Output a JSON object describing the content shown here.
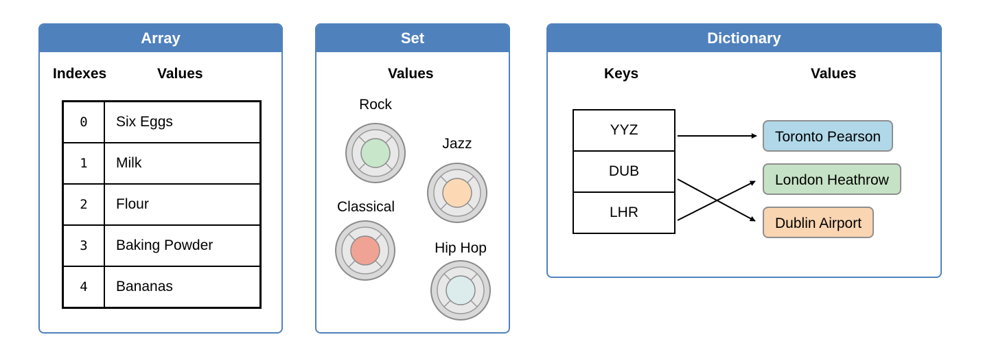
{
  "array": {
    "title": "Array",
    "indexes_header": "Indexes",
    "values_header": "Values",
    "rows": [
      {
        "index": "0",
        "value": "Six Eggs"
      },
      {
        "index": "1",
        "value": "Milk"
      },
      {
        "index": "2",
        "value": "Flour"
      },
      {
        "index": "3",
        "value": "Baking Powder"
      },
      {
        "index": "4",
        "value": "Bananas"
      }
    ]
  },
  "set": {
    "title": "Set",
    "values_header": "Values",
    "items": [
      {
        "label": "Rock",
        "color": "#c8e6c9"
      },
      {
        "label": "Jazz",
        "color": "#fcd9b4"
      },
      {
        "label": "Classical",
        "color": "#f0a394"
      },
      {
        "label": "Hip Hop",
        "color": "#dceced"
      }
    ]
  },
  "dictionary": {
    "title": "Dictionary",
    "keys_header": "Keys",
    "values_header": "Values",
    "keys": [
      "YYZ",
      "DUB",
      "LHR"
    ],
    "values": [
      {
        "label": "Toronto Pearson",
        "color": "#b0d8e8"
      },
      {
        "label": "London Heathrow",
        "color": "#c6e2c6"
      },
      {
        "label": "Dublin Airport",
        "color": "#fad5b2"
      }
    ],
    "mappings": [
      {
        "key": "YYZ",
        "value": "Toronto Pearson"
      },
      {
        "key": "DUB",
        "value": "Dublin Airport"
      },
      {
        "key": "LHR",
        "value": "London Heathrow"
      }
    ]
  }
}
